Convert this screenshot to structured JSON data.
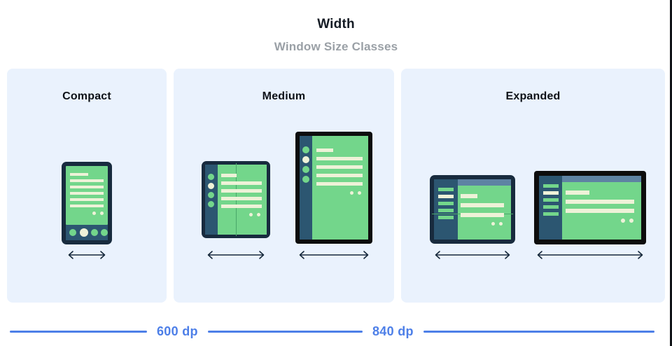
{
  "header": {
    "title": "Width",
    "subtitle": "Window Size Classes"
  },
  "panels": [
    {
      "id": "compact",
      "label": "Compact",
      "devices": [
        {
          "name": "phone-portrait",
          "type": "phone"
        }
      ],
      "arrows": 1
    },
    {
      "id": "medium",
      "label": "Medium",
      "devices": [
        {
          "name": "foldable-portrait",
          "type": "foldable-portrait"
        },
        {
          "name": "tablet-portrait",
          "type": "tablet-portrait"
        }
      ],
      "arrows": 2
    },
    {
      "id": "expanded",
      "label": "Expanded",
      "devices": [
        {
          "name": "foldable-landscape",
          "type": "foldable-landscape"
        },
        {
          "name": "tablet-landscape",
          "type": "tablet-landscape"
        }
      ],
      "arrows": 2
    }
  ],
  "breakpoints": [
    {
      "label": "600 dp"
    },
    {
      "label": "840 dp"
    }
  ],
  "colors": {
    "panel_bg": "#eaf2fd",
    "screen_green": "#73d68b",
    "content_cream": "#eef2d8",
    "frame_navy": "#182b3e",
    "frame_black": "#0d0d0d",
    "rail_blue": "#2c5671",
    "topbar_blue": "#5e83a3",
    "accent_blue": "#4d7fe8",
    "subtitle_gray": "#9aa0a6",
    "title_black": "#141b24",
    "arrow_navy": "#17293c"
  },
  "icons": {
    "arrow": "double-headed-arrow-icon"
  }
}
